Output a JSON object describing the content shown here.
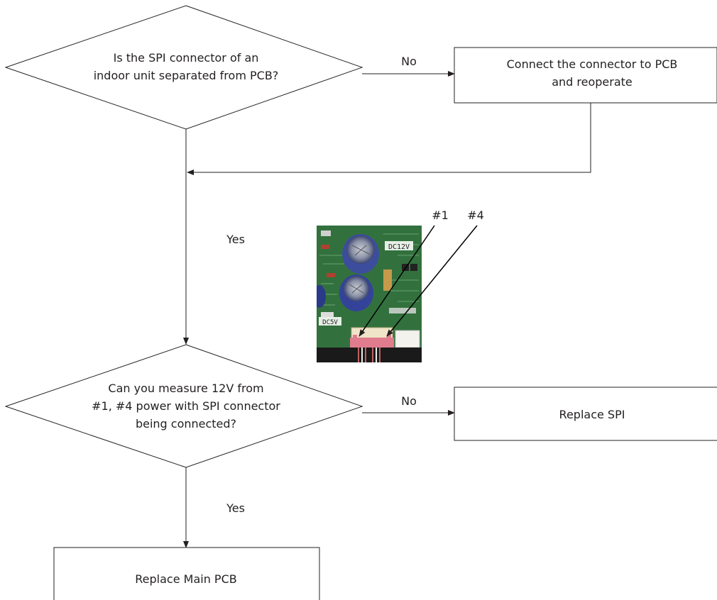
{
  "decision_1": {
    "line1": "Is the SPI connector of an",
    "line2": "indoor unit separated from PCB?"
  },
  "decision_2": {
    "line1": "Can you measure 12V from",
    "line2": "#1, #4 power with SPI connector",
    "line3": "being connected?"
  },
  "process_connect": {
    "line1": "Connect the connector to PCB",
    "line2": "and reoperate"
  },
  "process_replace_spi": {
    "label": "Replace SPI"
  },
  "process_replace_main_pcb": {
    "label": "Replace Main PCB"
  },
  "edge_labels": {
    "no_1": "No",
    "yes_1": "Yes",
    "no_2": "No",
    "yes_2": "Yes"
  },
  "photo": {
    "pin_1": "#1",
    "pin_4": "#4",
    "board_label_1": "DC12V",
    "board_label_2": "DC5V"
  },
  "colors": {
    "line": "#231f20",
    "pcb_green": "#2f6b3a",
    "capacitor_blue": "#3d4d9e",
    "connector_pink": "#e07c8e"
  }
}
